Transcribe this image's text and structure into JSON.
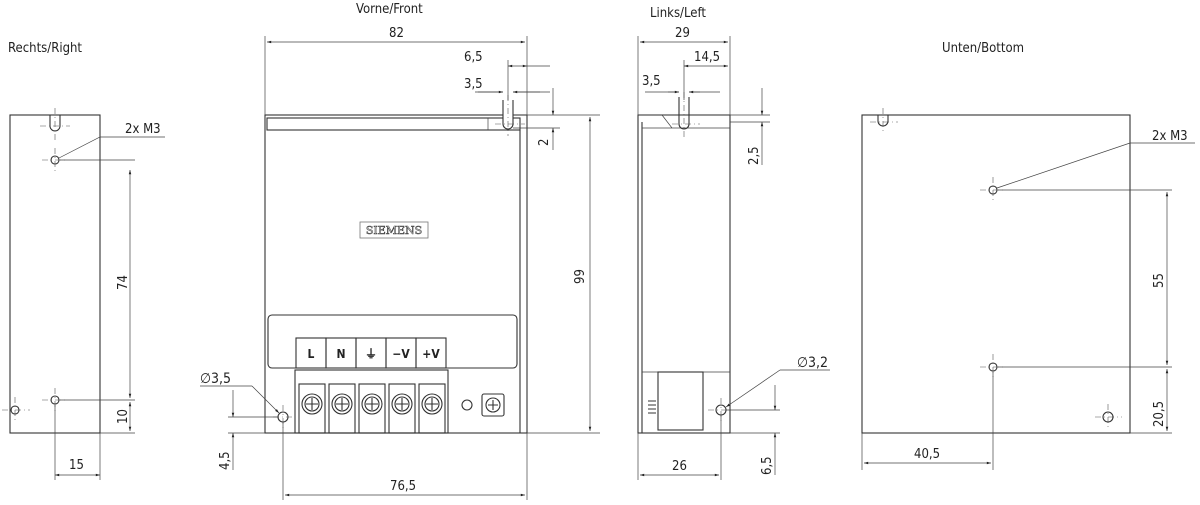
{
  "views": {
    "right": {
      "title": "Rechts/Right",
      "thread": "2x M3",
      "dim_74": "74",
      "dim_10": "10",
      "dim_15": "15"
    },
    "front": {
      "title": "Vorne/Front",
      "dim_82": "82",
      "dim_6_5": "6,5",
      "dim_3_5": "3,5",
      "dim_2": "2",
      "dim_99": "99",
      "hole": "∅3,5",
      "dim_4_5": "4,5",
      "dim_76_5": "76,5",
      "logo": "SIEMENS",
      "terminals": [
        "L",
        "N",
        "⏚",
        "−V",
        "+V"
      ]
    },
    "left": {
      "title": "Links/Left",
      "dim_29": "29",
      "dim_14_5": "14,5",
      "dim_3_5": "3,5",
      "dim_2_5": "2,5",
      "hole": "∅3,2",
      "dim_26": "26",
      "dim_6_5": "6,5"
    },
    "bottom": {
      "title": "Unten/Bottom",
      "thread": "2x M3",
      "dim_55": "55",
      "dim_20_5": "20,5",
      "dim_40_5": "40,5"
    }
  }
}
